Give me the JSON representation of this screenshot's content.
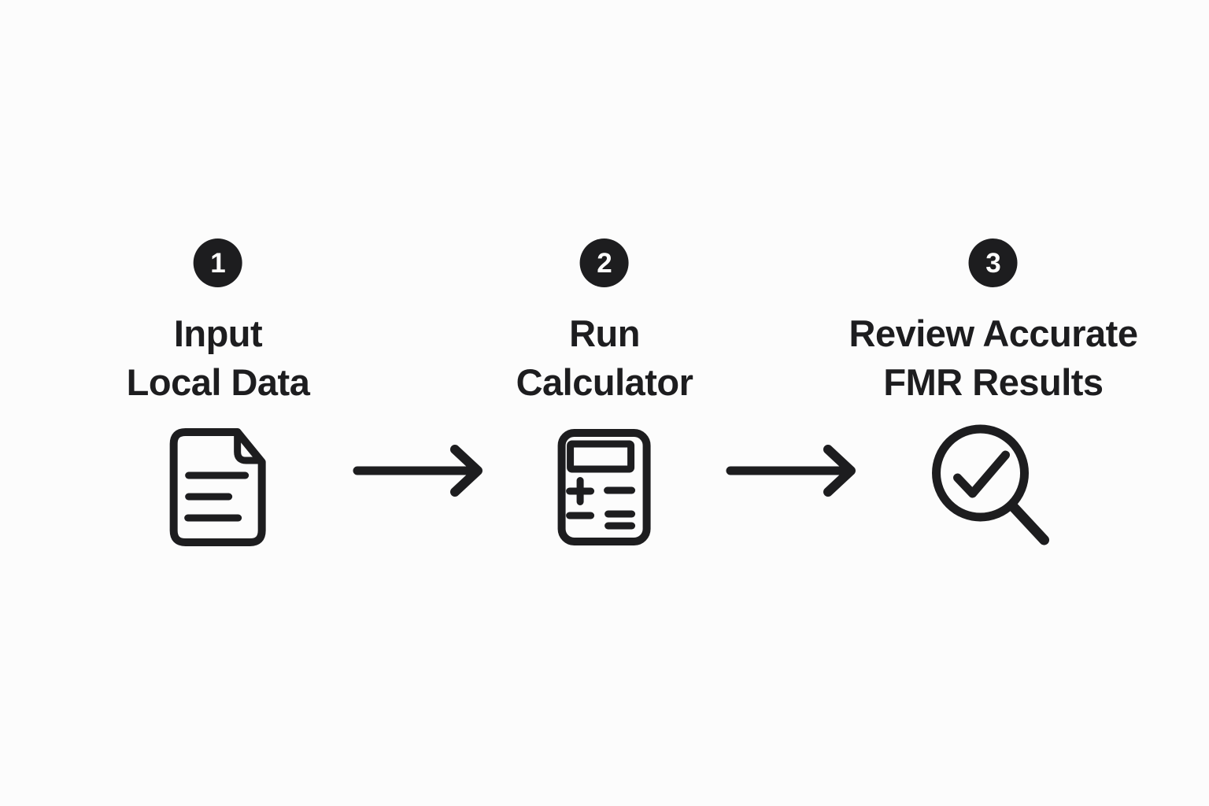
{
  "diagram": {
    "type": "process-flow",
    "background_color": "#fcfcfc",
    "ink_color": "#1d1d1f",
    "badge_number_color": "#ffffff",
    "steps": [
      {
        "number": "1",
        "title_line1": "Input",
        "title_line2": "Local Data",
        "icon": "document-icon"
      },
      {
        "number": "2",
        "title_line1": "Run",
        "title_line2": "Calculator",
        "icon": "calculator-icon"
      },
      {
        "number": "3",
        "title_line1": "Review Accurate",
        "title_line2": "FMR Results",
        "icon": "magnifier-check-icon"
      }
    ],
    "arrows": [
      {
        "icon": "arrow-right-icon"
      },
      {
        "icon": "arrow-right-icon"
      }
    ]
  }
}
